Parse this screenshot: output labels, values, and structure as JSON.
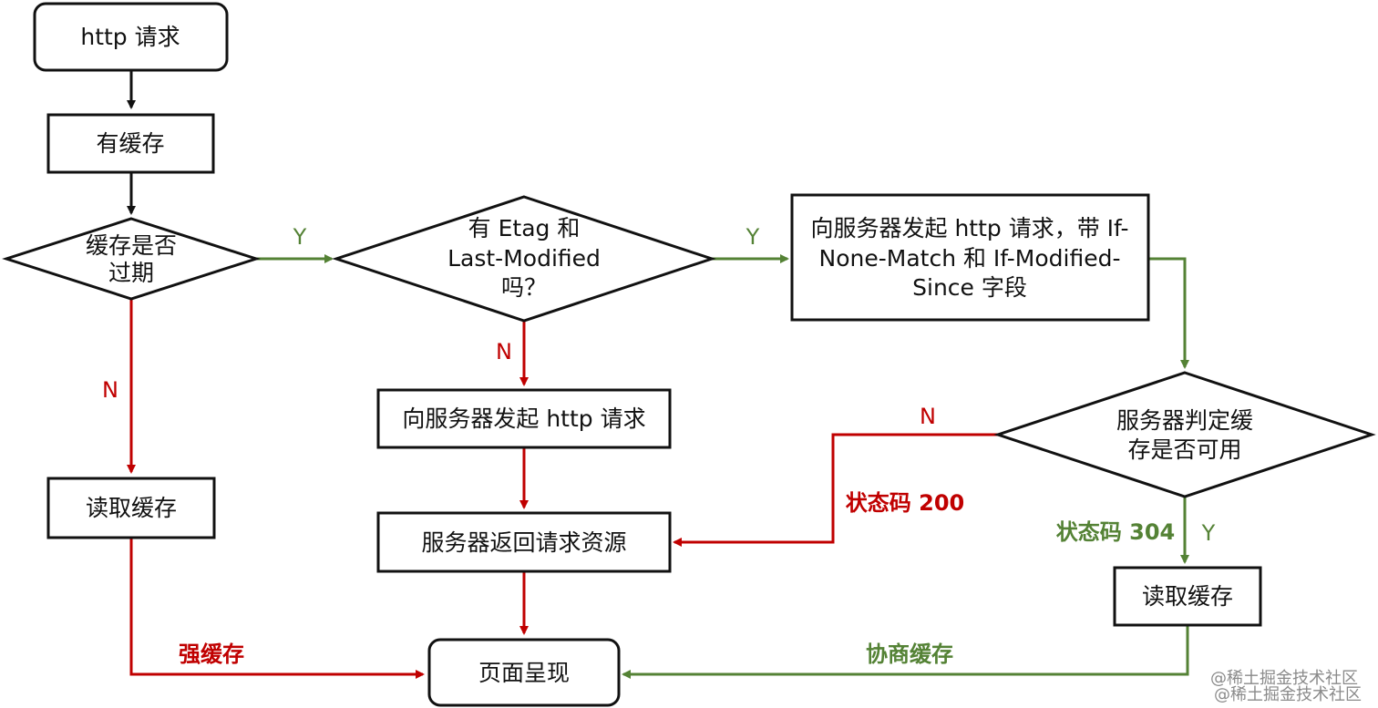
{
  "colors": {
    "black": "#111111",
    "red": "#c00000",
    "green": "#548235"
  },
  "nodes": {
    "start": "http 请求",
    "has_cache": "有缓存",
    "expired_q_line1": "缓存是否",
    "expired_q_line2": "过期",
    "etag_q_line1": "有 Etag 和",
    "etag_q_line2": "Last-Modified",
    "etag_q_line3": "吗？",
    "request_with_fields_line1": "向服务器发起 http 请求，带 If-",
    "request_with_fields_line2": "None-Match 和 If-Modified-",
    "request_with_fields_line3": "Since 字段",
    "request_http": "向服务器发起 http 请求",
    "server_judge_line1": "服务器判定缓",
    "server_judge_line2": "存是否可用",
    "read_cache_left": "读取缓存",
    "server_return": "服务器返回请求资源",
    "read_cache_right": "读取缓存",
    "page_render": "页面呈现"
  },
  "labels": {
    "y1": "Y",
    "y2": "Y",
    "n1": "N",
    "n2": "N",
    "n3": "N",
    "y3": "Y",
    "status_200": "状态码 200",
    "status_304": "状态码 304",
    "strong_cache": "强缓存",
    "negotiate_cache": "协商缓存"
  },
  "watermark": {
    "line1": "@稀土掘金技术社区",
    "line2": "@稀土掘金技术社区"
  }
}
